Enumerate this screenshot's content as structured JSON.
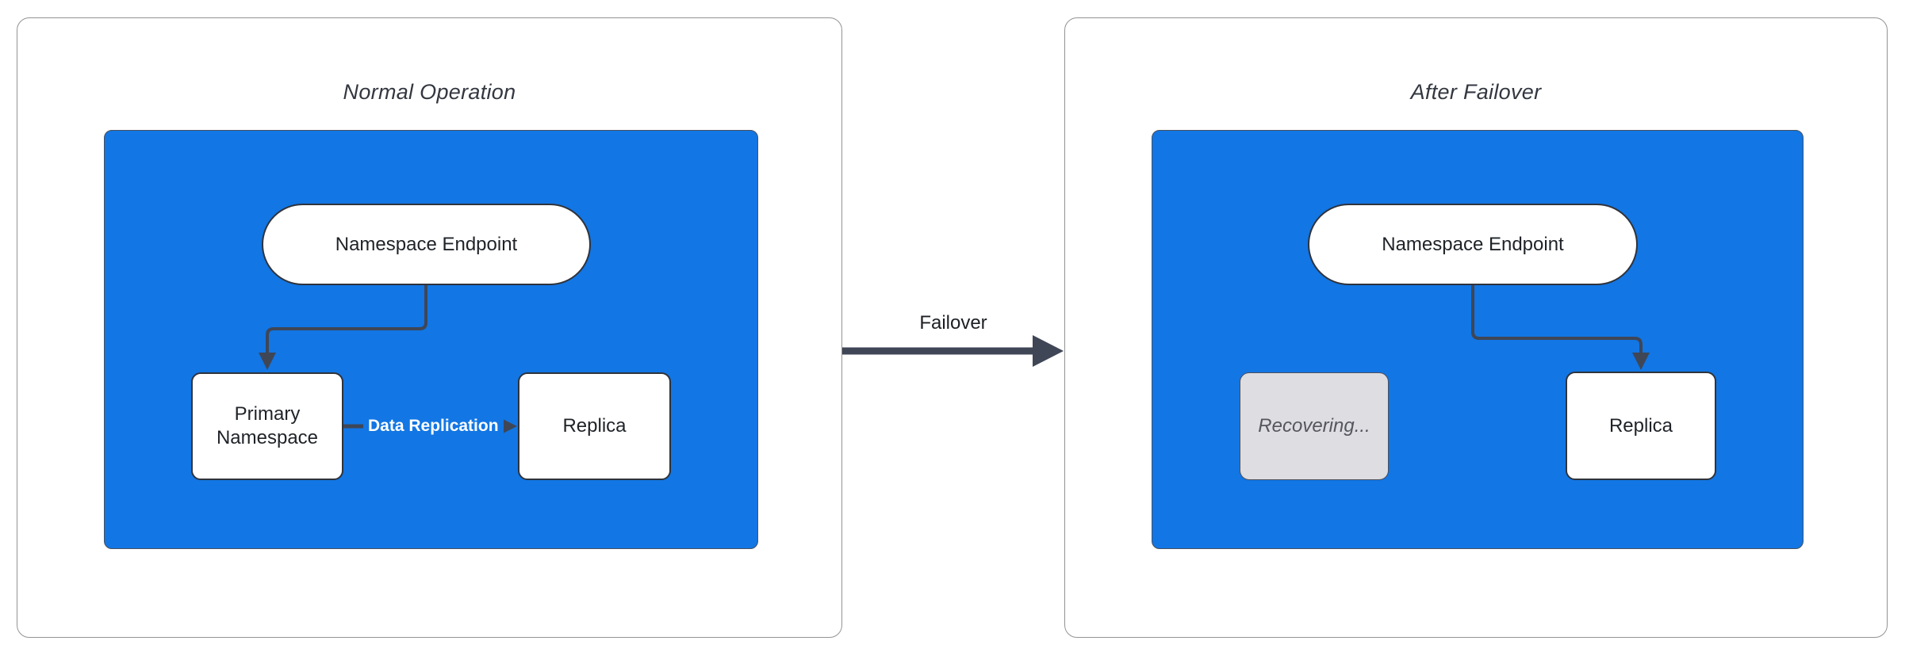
{
  "panels": [
    {
      "title": "Normal Operation",
      "endpoint_label": "Namespace Endpoint",
      "left_node_label": "Primary Namespace",
      "right_node_label": "Replica",
      "edge_label": "Data Replication"
    },
    {
      "title": "After Failover",
      "endpoint_label": "Namespace Endpoint",
      "left_node_label": "Recovering...",
      "right_node_label": "Replica"
    }
  ],
  "failover_label": "Failover",
  "colors": {
    "container_blue": "#1276e4",
    "node_fill": "#ffffff",
    "node_border": "#2f333b",
    "recovering_fill": "#dddde2",
    "recovering_text": "#55565e",
    "arrow_dark": "#3f4656",
    "panel_border": "#939393",
    "edge_label_text": "#ffffff"
  }
}
